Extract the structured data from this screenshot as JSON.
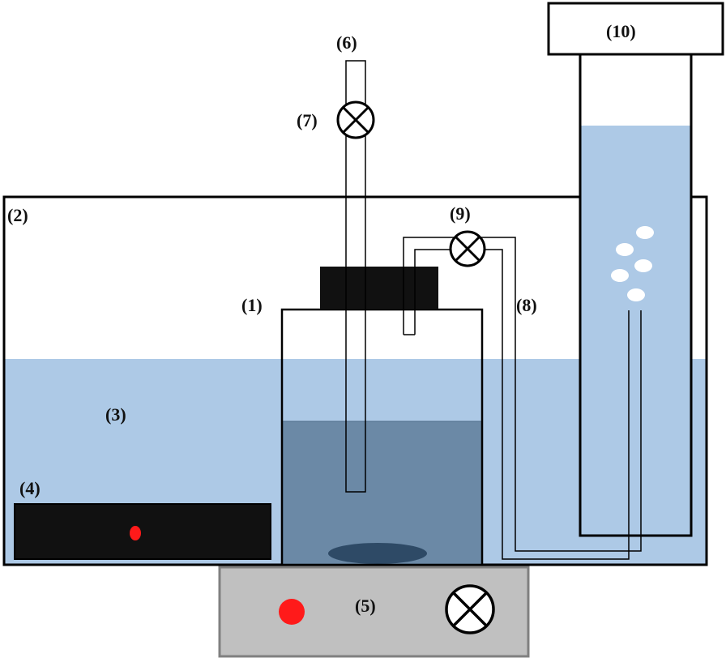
{
  "labels": {
    "bottle": "(1)",
    "water_bath": "(2)",
    "water": "(3)",
    "heater": "(4)",
    "stirrer": "(5)",
    "inlet_tube": "(6)",
    "inlet_valve": "(7)",
    "gas_tube": "(8)",
    "gas_valve": "(9)",
    "cylinder_cap": "(10)"
  },
  "colors": {
    "water": "#adc9e6",
    "sludge": "#6b89a6",
    "stir_bar": "#2e4a66",
    "cap": "#111111",
    "heater_body": "#111111",
    "indicator": "#ff1a1a",
    "stirrer_body": "#c0c0c0",
    "stirrer_border": "#808080",
    "bubble": "#ffffff",
    "outline": "#000000"
  },
  "icons": {
    "valve": "valve-icon",
    "indicator": "indicator-light-icon"
  }
}
